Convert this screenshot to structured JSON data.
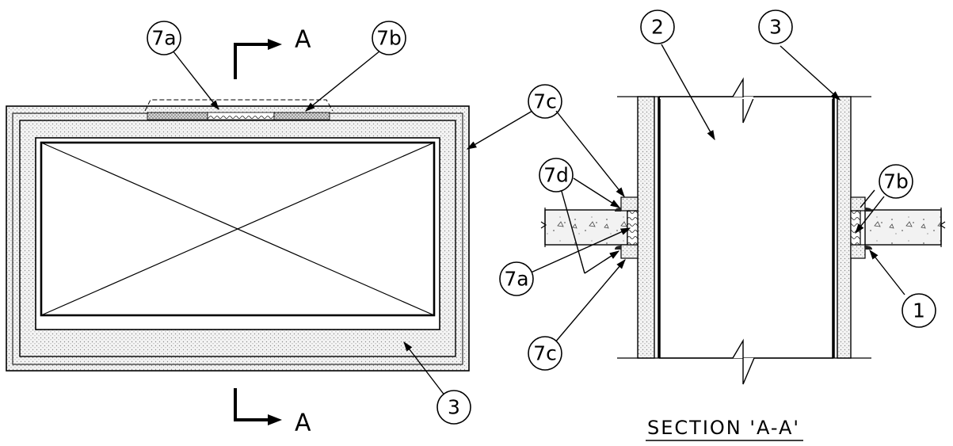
{
  "plan_view": {
    "section_mark_top_letter": "A",
    "section_mark_bottom_letter": "A",
    "callouts": {
      "a7a": "7a",
      "a7b": "7b",
      "a7c": "7c",
      "a3": "3"
    }
  },
  "section_view": {
    "title": "SECTION 'A-A'",
    "callouts": {
      "s2": "2",
      "s3": "3",
      "s7c_top": "7c",
      "s7d": "7d",
      "s7a": "7a",
      "s7c_bottom": "7c",
      "s7b": "7b",
      "s1": "1"
    }
  },
  "colors": {
    "line": "#000000",
    "fill_light": "#f2f2f2",
    "fill_dot": "#9a9a9a"
  }
}
